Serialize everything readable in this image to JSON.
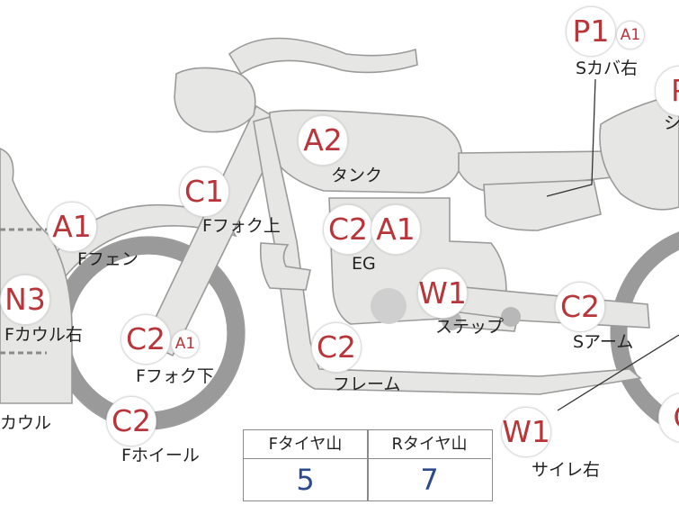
{
  "colors": {
    "marker_text": "#b8353a",
    "value_text": "#2d4a8c",
    "part_fill": "#e6e6e4",
    "part_stroke": "#9a9a9a"
  },
  "markers": [
    {
      "code": "P1",
      "sub": "A1",
      "label": "Sカバ右"
    },
    {
      "code": "P",
      "label": "シ"
    },
    {
      "code": "A2",
      "label": "タンク"
    },
    {
      "code": "C1",
      "label": "Fフォク上"
    },
    {
      "code": "C2",
      "sub": "A1",
      "label": "EG",
      "code2": "A1"
    },
    {
      "code": "A1",
      "label": "Fフェン"
    },
    {
      "code": "N3",
      "label": "Fカウル右"
    },
    {
      "code": "W1",
      "label": "ステップ"
    },
    {
      "code": "C2",
      "label": "Sアーム"
    },
    {
      "code": "C2",
      "sub": "A1",
      "label": "Fフォク下"
    },
    {
      "code": "C2",
      "label": "フレーム"
    },
    {
      "code": "C2",
      "label": "Fホイール"
    },
    {
      "code": "W1",
      "label": "サイレ右"
    },
    {
      "code": "C",
      "label": ""
    },
    {
      "code": "",
      "label": "カウル"
    }
  ],
  "tire_table": {
    "headers": [
      "Fタイヤ山",
      "Rタイヤ山"
    ],
    "values": [
      5,
      7
    ]
  }
}
